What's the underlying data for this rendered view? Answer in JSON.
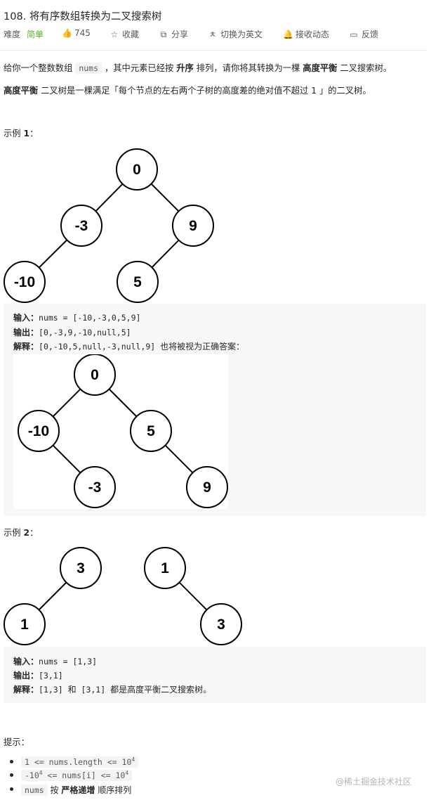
{
  "problem": {
    "title": "108. 将有序数组转换为二叉搜索树"
  },
  "meta": {
    "difficulty_label": "难度",
    "difficulty": "简单",
    "likes": "745",
    "collect": "收藏",
    "share": "分享",
    "switch_lang": "切换为英文",
    "notify": "接收动态",
    "feedback": "反馈"
  },
  "desc": {
    "p1_a": "给你一个整数数组",
    "p1_code": "nums",
    "p1_b": "，其中元素已经按",
    "p1_bold1": "升序",
    "p1_c": "排列，请你将其转换为一棵",
    "p1_bold2": "高度平衡",
    "p1_d": "二叉搜索树。",
    "p2_bold": "高度平衡",
    "p2_text": "二叉树是一棵满足「每个节点的左右两个子树的高度差的绝对值不超过 1 」的二叉树。"
  },
  "example1": {
    "heading_a": "示例 ",
    "heading_num": "1",
    "heading_b": "：",
    "tree": [
      "0",
      "-3",
      "9",
      "-10",
      "5"
    ],
    "input_label": "输入：",
    "input": "nums = [-10,-3,0,5,9]",
    "output_label": "输出：",
    "output": "[0,-3,9,-10,null,5]",
    "explain_label": "解释：",
    "explain": "[0,-10,5,null,-3,null,9]",
    "explain_tail": "也将被视为正确答案：",
    "alt_tree": [
      "0",
      "-10",
      "5",
      "-3",
      "9"
    ]
  },
  "example2": {
    "heading_a": "示例 ",
    "heading_num": "2",
    "heading_b": "：",
    "tree_a": [
      "3",
      "1"
    ],
    "tree_b": [
      "1",
      "3"
    ],
    "input_label": "输入：",
    "input": "nums = [1,3]",
    "output_label": "输出：",
    "output": "[3,1]",
    "explain_label": "解释：",
    "explain_a": "[1,3]",
    "explain_and": "和",
    "explain_b": "[3,1]",
    "explain_tail": "都是高度平衡二叉搜索树。"
  },
  "hints": {
    "heading": "提示：",
    "c1_a": "1 <= nums.length <= 10",
    "c1_sup": "4",
    "c2_a": "-10",
    "c2_sup1": "4",
    "c2_b": " <= nums[i] <= 10",
    "c2_sup2": "4",
    "c3_code": "nums",
    "c3_a": "按",
    "c3_bold": "严格递增",
    "c3_b": "顺序排列"
  },
  "watermark": "@稀土掘金技术社区"
}
